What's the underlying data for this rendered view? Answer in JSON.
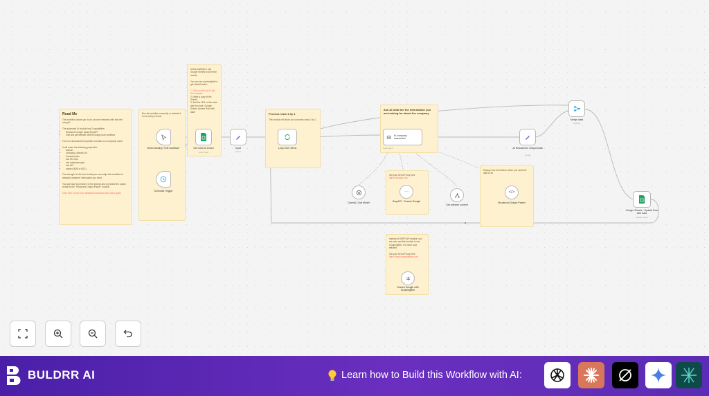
{
  "sticky_notes": {
    "readme": {
      "title": "Read Me",
      "intro": "This workflow allows you to do account research with the web using AI.",
      "capabilities_heading": "The advanced AI module has 2 capabilities:",
      "capabilities": [
        "Research Google using SerpAPI",
        "Visit and get website content using a sub workflow"
      ],
      "input_desc": "From an unstructured input like a domain or a company name",
      "return_heading": "It will return the following properties:",
      "properties": [
        "domain",
        "company Linkedin Url",
        "cheapest plan",
        "has free trial",
        "has enterprise plan",
        "has API",
        "market (B2B or B2C)"
      ],
      "strength": "The strength of n8n here is that you can adapt this workflow to research whatever information you need.",
      "prompt_note": "You just have to precise it in the prompt and to precise the output format in the \"Structured Output Parser\" module.",
      "link": "Click here to find more detailed instructions with video guide"
    },
    "trigger_note": "Run the workflow manually or activate it to run every 2 hours",
    "sheets_note": {
      "intro": "In this workflow, I use Google Sheets to store the results.",
      "template": "You can use my template to get started faster:",
      "step1": "1. Click on this link to get the template",
      "step2": "2. Make a copy of the Sheets",
      "step3": "3. Add the URL to this node and the node \"Google Sheets Update Row with data\""
    },
    "loop_note": {
      "title": "Process rows 1 by 1",
      "body": "This module will allow us to process rows 1 by 1."
    },
    "agent_note": "Ask AI what are the information you are looking for about the company",
    "serp_note": {
      "line1": "Get your free API key here",
      "link": "https://serpapi.com"
    },
    "parser_note": "Display how the fields in which you need the data to be",
    "scraping_note": {
      "line1": "Instead of SERP API module, you can also use this module to use ScrapingBee. It is more cost efficient.",
      "line2": "Get your free API key here",
      "link": "https://www.scrapingbee.com"
    }
  },
  "nodes": {
    "manual_trigger": {
      "label": "When clicking \"Test workflow\""
    },
    "schedule_trigger": {
      "label": "Schedule Trigger"
    },
    "get_rows": {
      "label": "Get rows to enrich",
      "sub": "sheet: read"
    },
    "input": {
      "label": "Input",
      "sub": "set:set"
    },
    "loop": {
      "label": "Loop Over Items"
    },
    "agent": {
      "label": "AI company researcher",
      "sub": "Tools Agent"
    },
    "openai": {
      "label": "OpenAI Chat Model",
      "sub": "model"
    },
    "serpapi": {
      "label": "SerpAPI - Search Google",
      "sub": "tool"
    },
    "website": {
      "label": "Get website content",
      "sub": "tool"
    },
    "parser": {
      "label": "Structured Output Parser",
      "sub": "output parser"
    },
    "set_fields": {
      "label": "AI Researcher Output Data",
      "sub": "set:set"
    },
    "merge": {
      "label": "Merge data",
      "sub": "combine"
    },
    "update_sheet": {
      "label": "Google Sheets - Update Row with data",
      "sub": "update: sheet"
    },
    "scrapingbee": {
      "label": "Search Google with ScrapingBee",
      "sub": "tool"
    }
  },
  "controls": {
    "fit": "fit-view-icon",
    "zoom_in": "zoom-in-icon",
    "zoom_out": "zoom-out-icon",
    "undo": "undo-icon"
  },
  "footer": {
    "brand": "BULDRR AI",
    "learn": "Learn how to Build this Workflow with AI:",
    "ai_tools": [
      "chatgpt-icon",
      "claude-icon",
      "perplexity-icon",
      "gemini-icon",
      "deepseek-icon"
    ]
  },
  "colors": {
    "sticky": "#fdf1cf",
    "footer_start": "#4a1fa8",
    "footer_end": "#6a2fbf",
    "sheets_green": "#1ea362",
    "accent_link": "#ff6d5a"
  }
}
